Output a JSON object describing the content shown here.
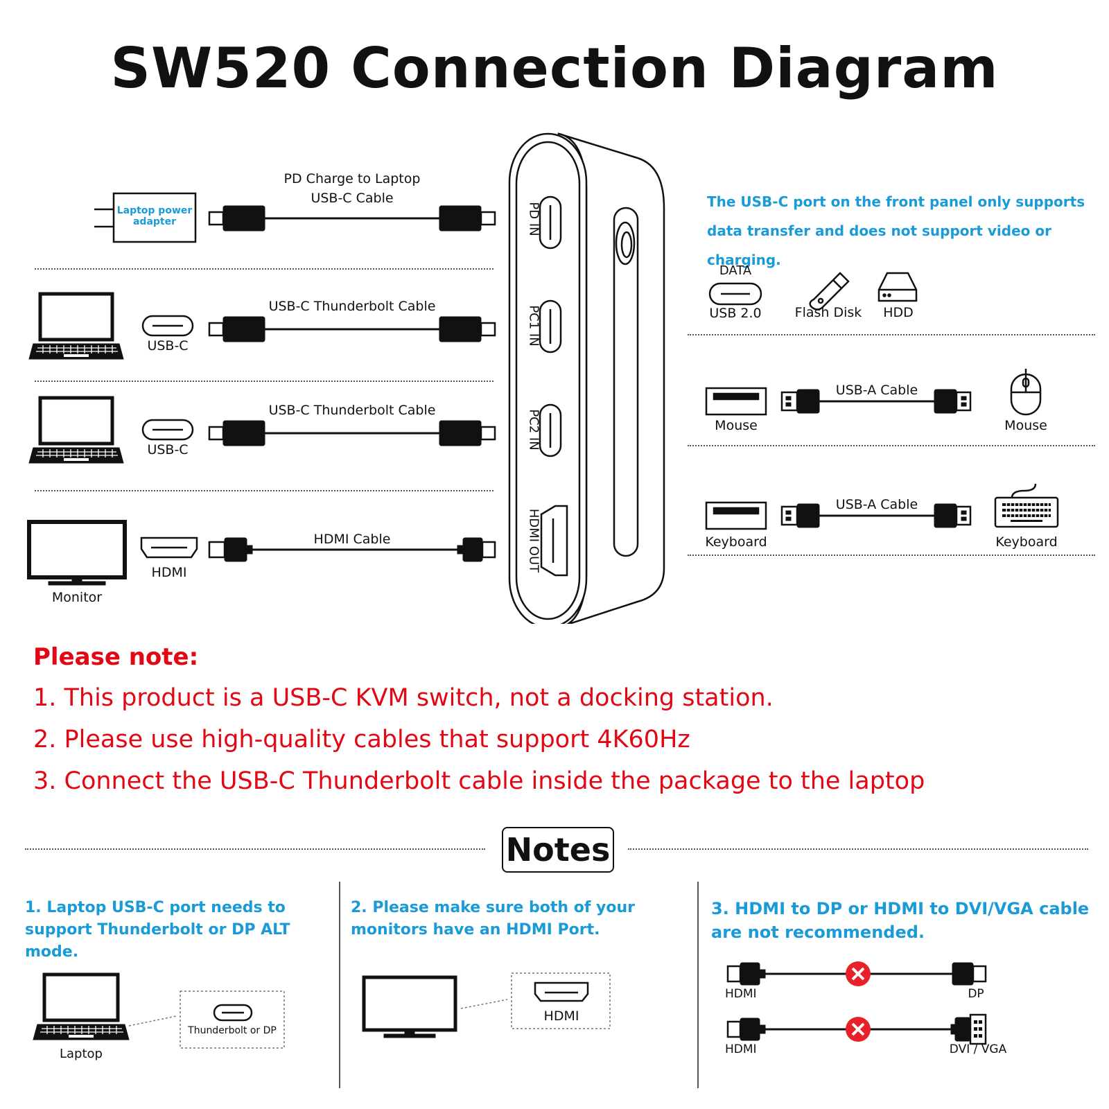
{
  "title": "SW520 Connection Diagram",
  "left_rows": [
    {
      "device": "Laptop power adapter",
      "cable": "PD Charge to Laptop\nUSB-C Cable",
      "port": ""
    },
    {
      "device": "",
      "cable": "USB-C Thunderbolt Cable",
      "port": "USB-C"
    },
    {
      "device": "",
      "cable": "USB-C Thunderbolt Cable",
      "port": "USB-C"
    },
    {
      "device": "Monitor",
      "cable": "HDMI Cable",
      "port": "HDMI"
    }
  ],
  "switch_ports": [
    "PD IN",
    "PC1 IN",
    "PC2 IN",
    "HDMI OUT"
  ],
  "front_panel_note": "The USB-C port on the front panel only supports data transfer and does not support video or charging.",
  "data_row": {
    "data_label": "DATA",
    "usb_label": "USB 2.0",
    "flash_label": "Flash Disk",
    "hdd_label": "HDD"
  },
  "right_rows": [
    {
      "port": "Mouse",
      "cable": "USB-A Cable",
      "device": "Mouse"
    },
    {
      "port": "Keyboard",
      "cable": "USB-A Cable",
      "device": "Keyboard"
    }
  ],
  "please_note": {
    "heading": "Please note:",
    "items": [
      "1. This product is a USB-C KVM switch, not a docking station.",
      "2. Please use high-quality cables that support 4K60Hz",
      "3. Connect the USB-C Thunderbolt cable inside the package to the laptop"
    ]
  },
  "notes": {
    "heading": "Notes",
    "col1": {
      "text": "1. Laptop USB-C port needs to support Thunderbolt or DP ALT mode.",
      "device": "Laptop",
      "port": "Thunderbolt or DP"
    },
    "col2": {
      "text": "2.  Please make sure both of your monitors have an HDMI Port.",
      "port": "HDMI"
    },
    "col3": {
      "text": "3. HDMI to DP or HDMI to DVI/VGA cable are not recommended.",
      "rows": [
        {
          "left": "HDMI",
          "right": "DP"
        },
        {
          "left": "HDMI",
          "right": "DVI / VGA"
        }
      ]
    }
  },
  "colors": {
    "accent_blue": "#1a9bd7",
    "note_red": "#e30613",
    "cross_red": "#e8202a"
  }
}
